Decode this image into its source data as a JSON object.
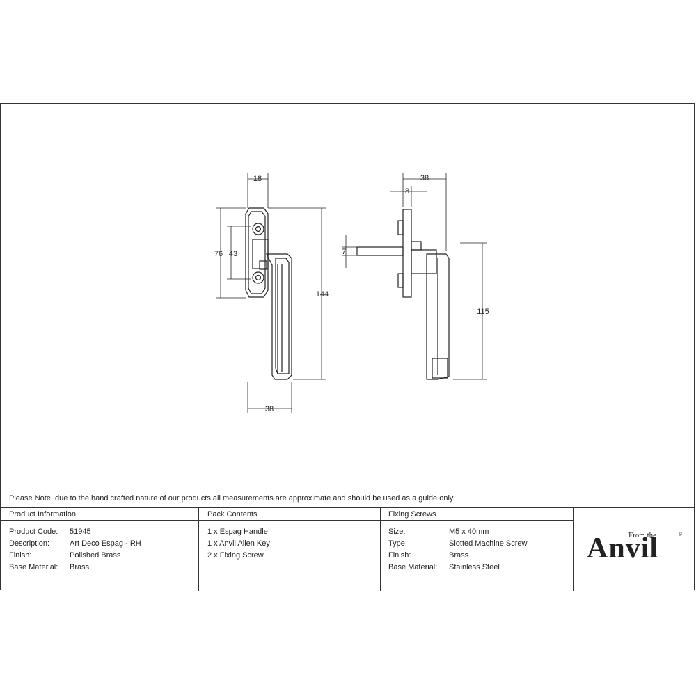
{
  "drawing": {
    "front_view": {
      "dim_top": "18",
      "dim_outer_height": "76",
      "dim_inner_height": "43",
      "dim_total_height": "144",
      "dim_width": "38"
    },
    "side_view": {
      "dim_depth": "38",
      "dim_plate": "8",
      "dim_spindle": "7",
      "dim_handle_length": "115"
    }
  },
  "note": "Please Note, due to the hand crafted nature of our products all measurements are approximate and should be used as a guide only.",
  "product_info": {
    "title": "Product Information",
    "rows": [
      {
        "label": "Product Code:",
        "value": "51945"
      },
      {
        "label": "Description:",
        "value": "Art Deco Espag - RH"
      },
      {
        "label": "Finish:",
        "value": "Polished Brass"
      },
      {
        "label": "Base Material:",
        "value": "Brass"
      }
    ]
  },
  "pack_contents": {
    "title": "Pack Contents",
    "items": [
      "1 x Espag Handle",
      "1 x Anvil Allen Key",
      "2 x Fixing Screw"
    ]
  },
  "fixing_screws": {
    "title": "Fixing Screws",
    "rows": [
      {
        "label": "Size:",
        "value": "M5 x 40mm"
      },
      {
        "label": "Type:",
        "value": "Slotted Machine Screw"
      },
      {
        "label": "Finish:",
        "value": "Brass"
      },
      {
        "label": "Base Material:",
        "value": "Stainless Steel"
      }
    ]
  },
  "logo": {
    "tagline": "From the",
    "brand": "Anvil",
    "reg": "®"
  }
}
